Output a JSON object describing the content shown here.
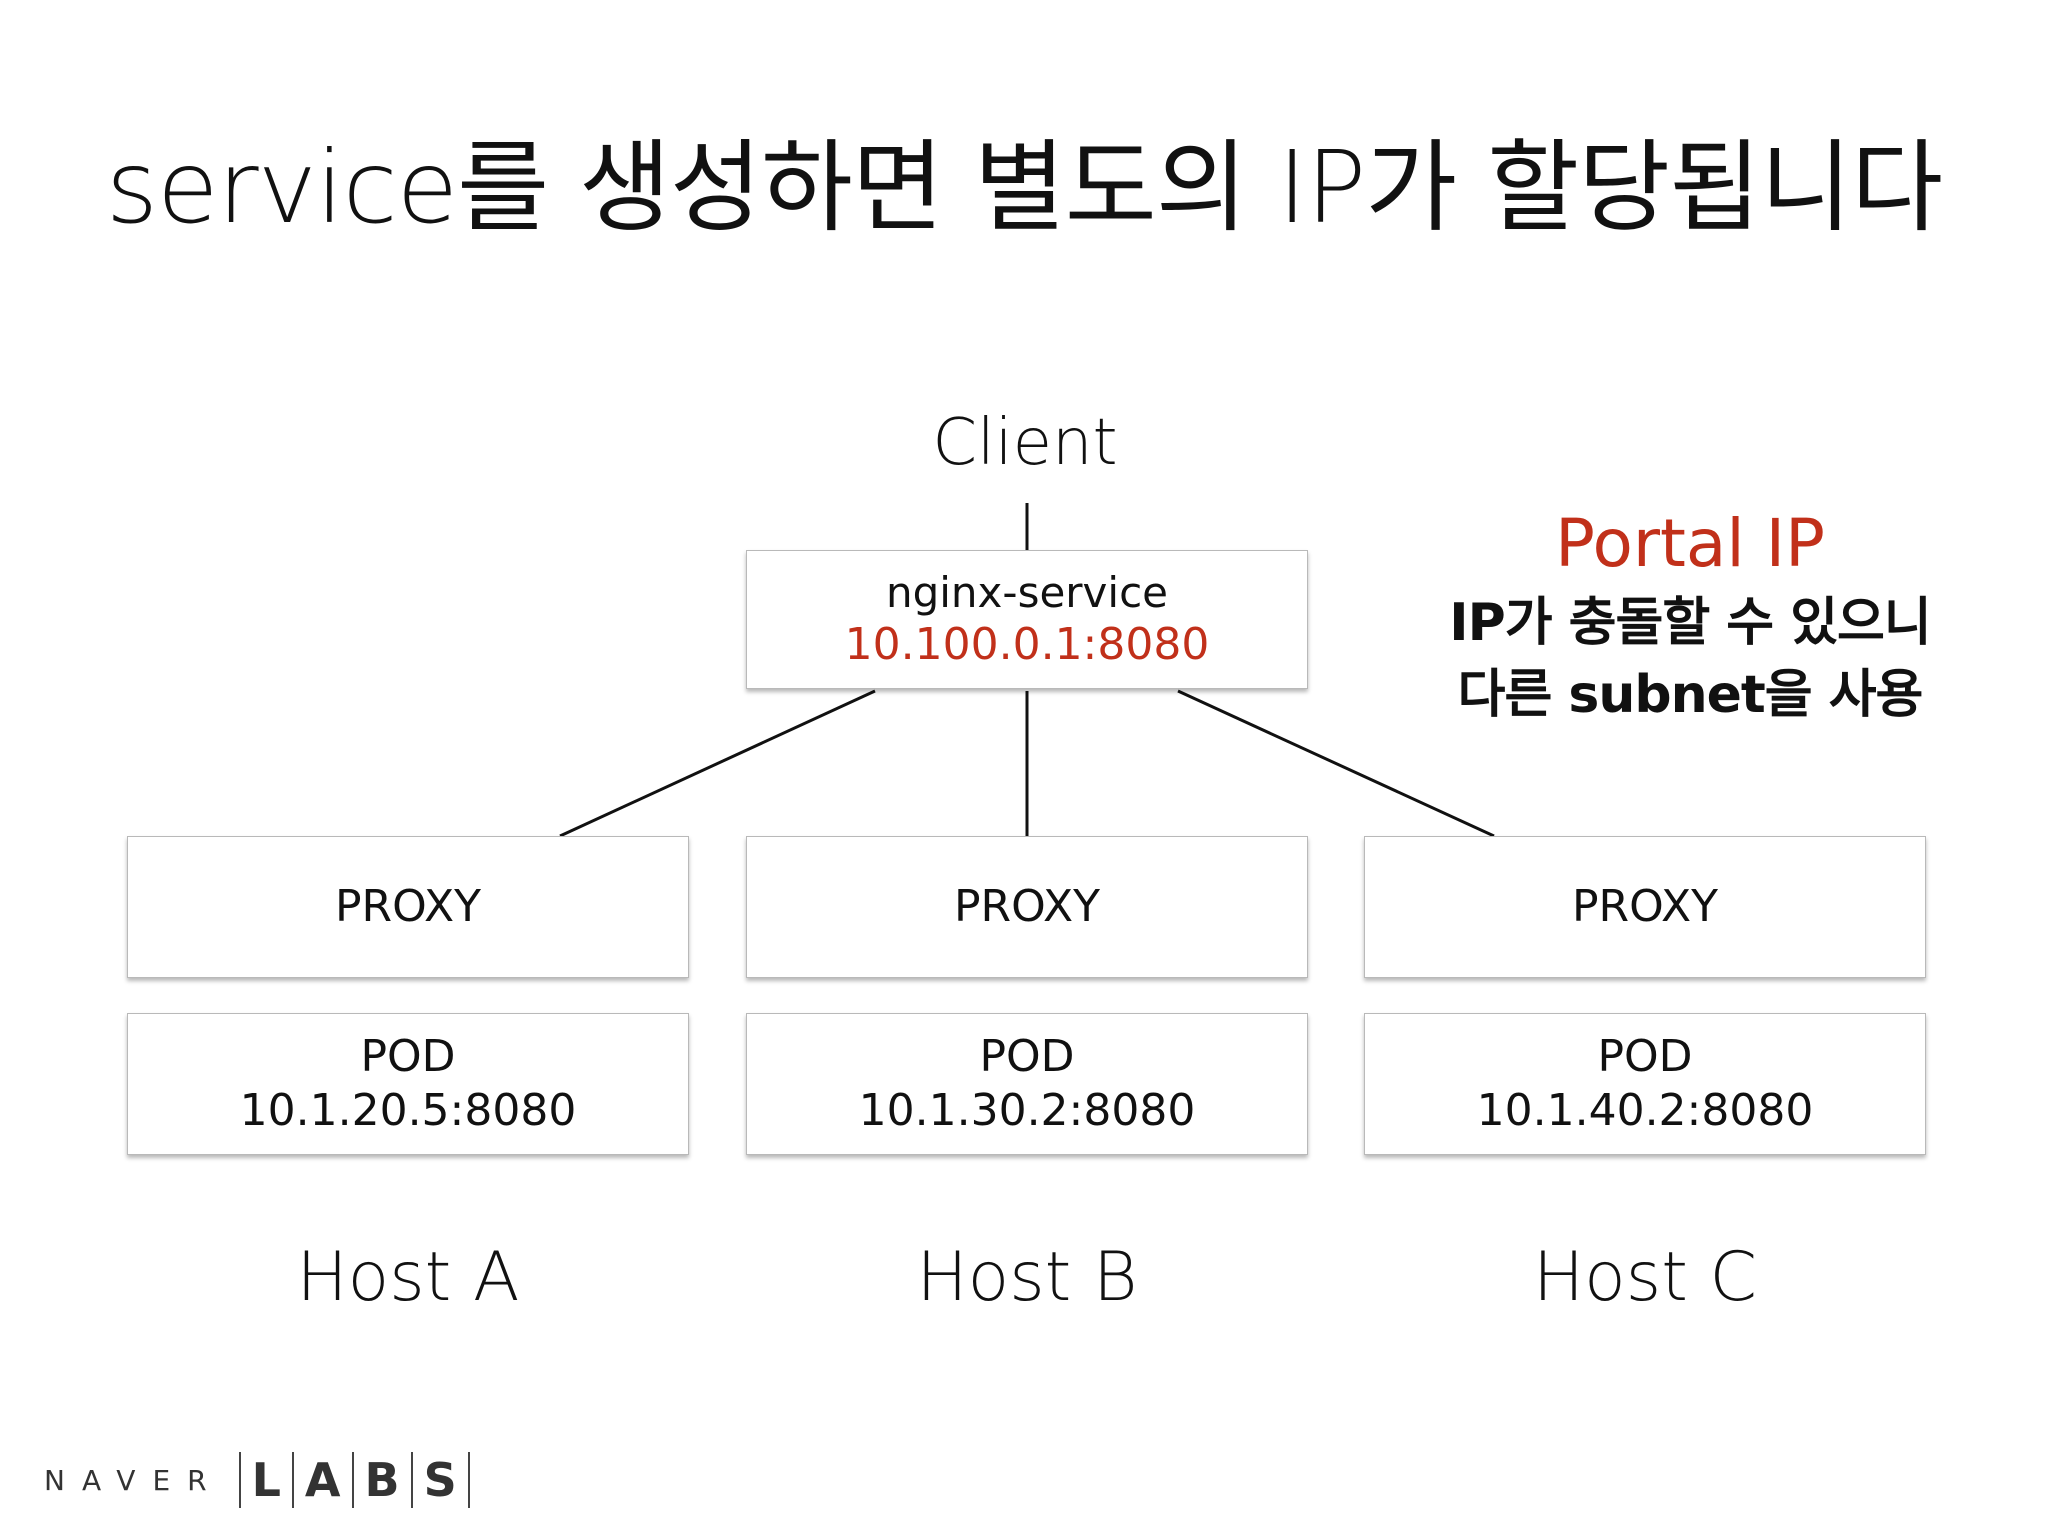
{
  "title": "service를 생성하면 별도의 IP가 할당됩니다",
  "client": "Client",
  "service": {
    "name": "nginx-service",
    "ip": "10.100.0.1:8080"
  },
  "hosts": [
    {
      "proxy": "PROXY",
      "pod_label": "POD",
      "pod_ip": "10.1.20.5:8080",
      "host": "Host A"
    },
    {
      "proxy": "PROXY",
      "pod_label": "POD",
      "pod_ip": "10.1.30.2:8080",
      "host": "Host B"
    },
    {
      "proxy": "PROXY",
      "pod_label": "POD",
      "pod_ip": "10.1.40.2:8080",
      "host": "Host C"
    }
  ],
  "note": {
    "title": "Portal IP",
    "line1": "IP가 충돌할 수 있으니",
    "line2": "다른 subnet을 사용"
  },
  "logo": {
    "naver": "NAVER",
    "labs": [
      "L",
      "A",
      "B",
      "S"
    ]
  },
  "colors": {
    "accent": "#c1301a",
    "text": "#111111",
    "line": "#111111",
    "box_border": "#b9b9b9"
  }
}
